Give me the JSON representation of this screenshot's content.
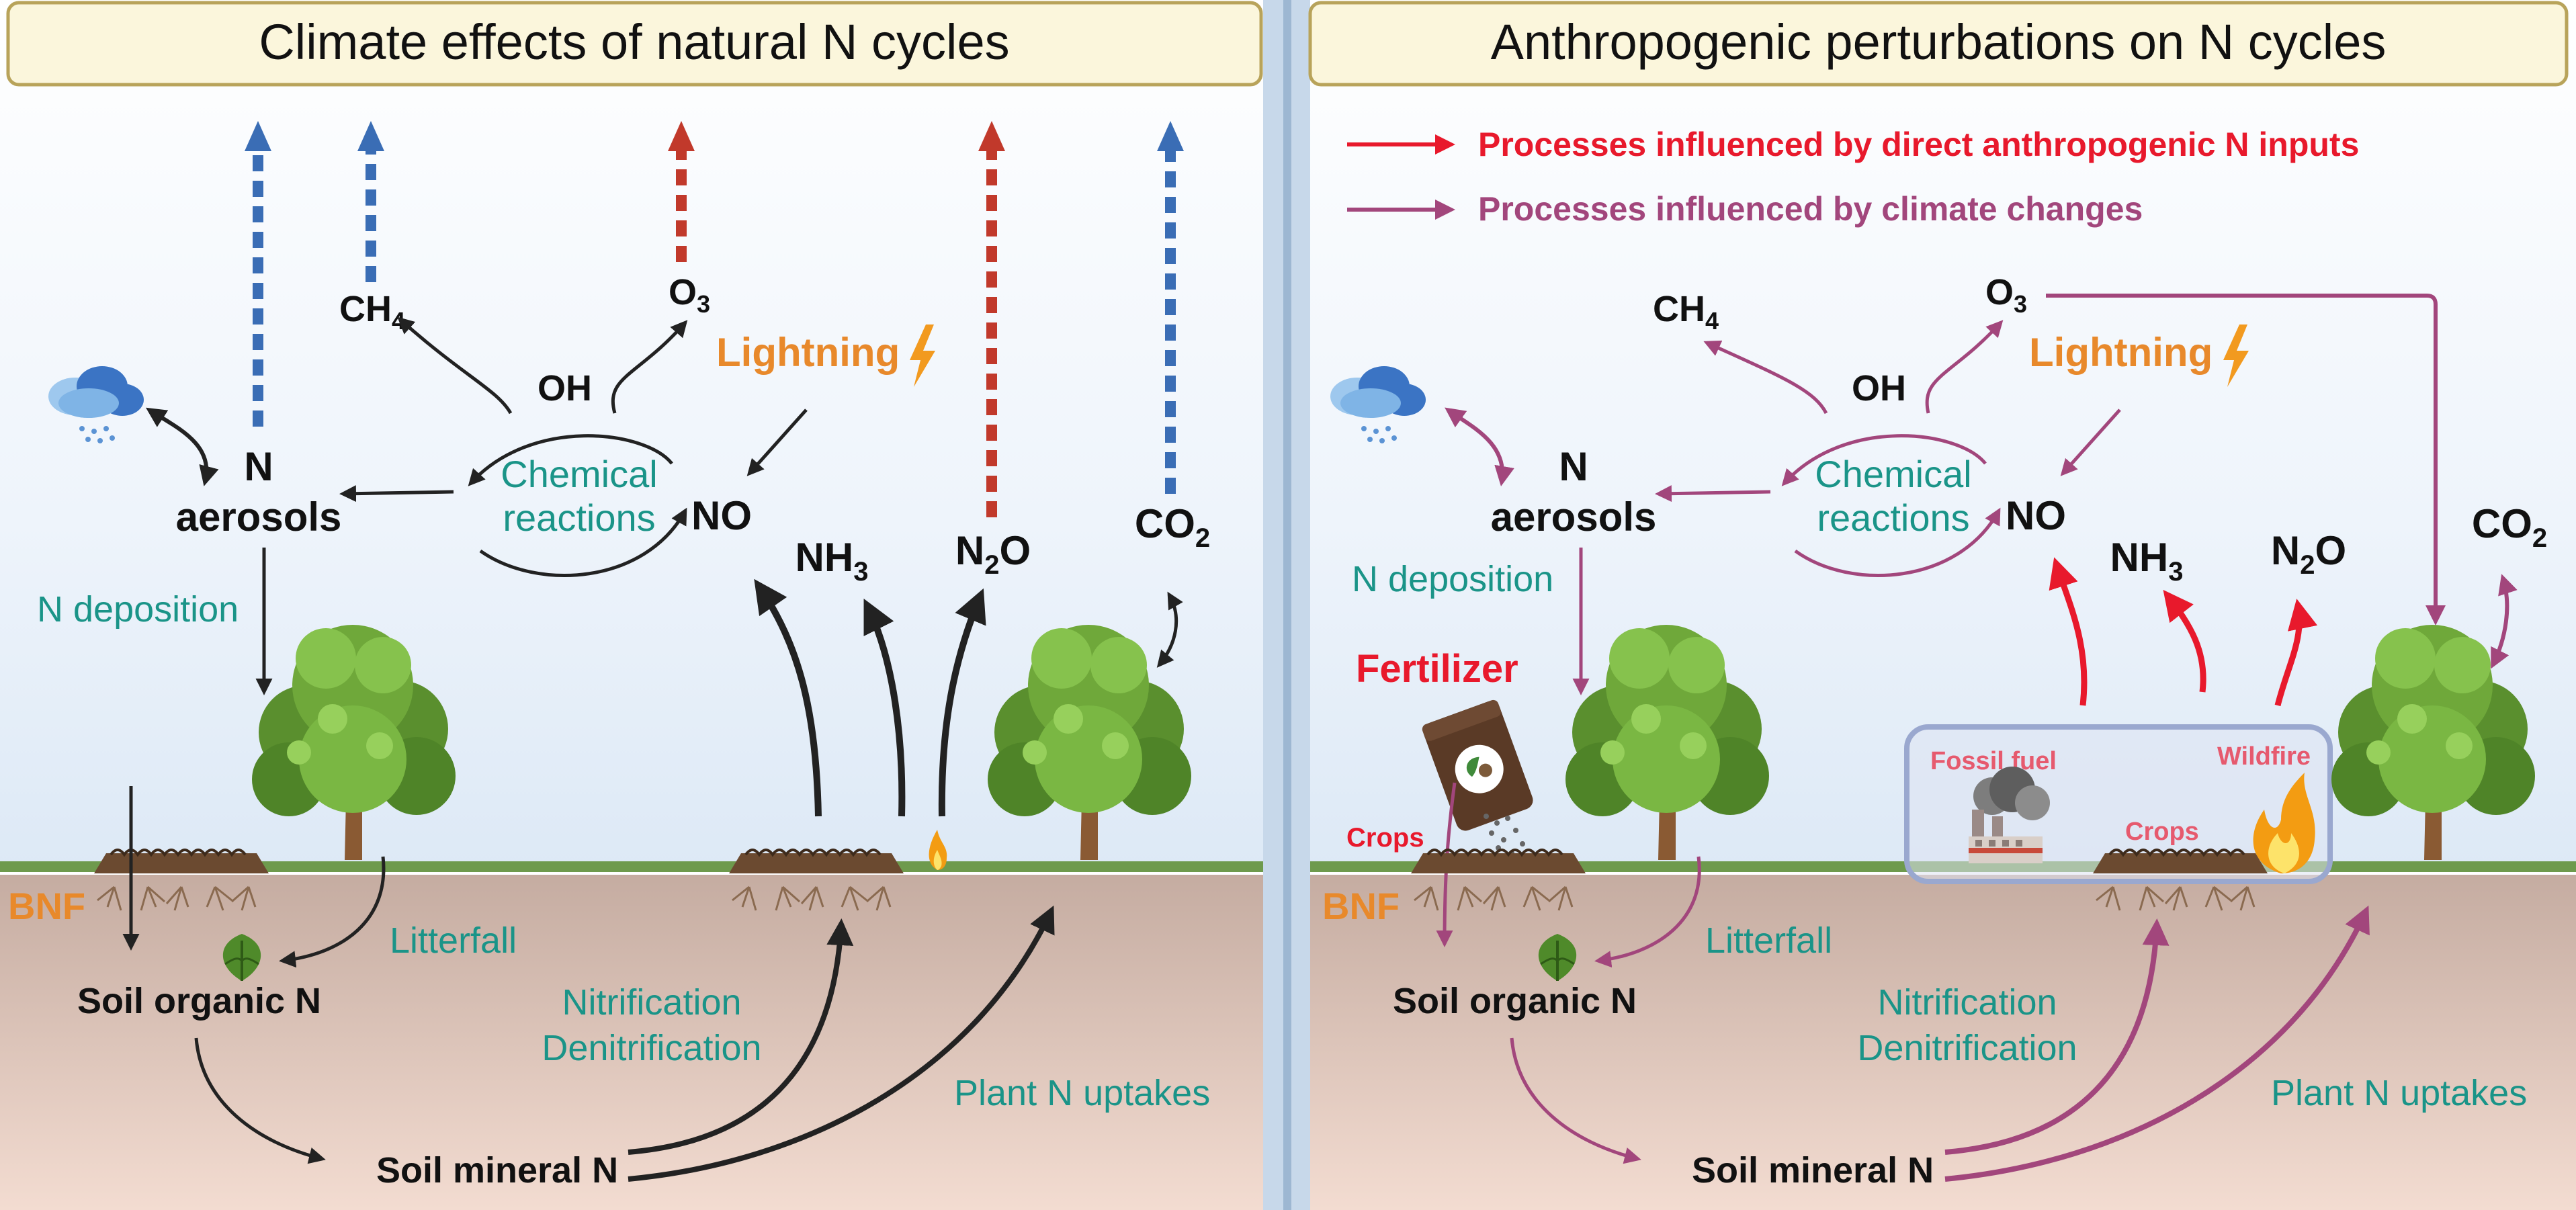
{
  "panels": {
    "left": {
      "title": "Climate effects of natural N cycles"
    },
    "right": {
      "title": "Anthropogenic perturbations on N cycles"
    }
  },
  "legend": {
    "direct": "Processes influenced by direct anthropogenic N inputs",
    "climate": "Processes influenced by climate changes"
  },
  "labels": {
    "ch4": "CH",
    "ch4_sub": "4",
    "o3": "O",
    "o3_sub": "3",
    "oh": "OH",
    "lightning": "Lightning",
    "n": "N",
    "aerosols": "aerosols",
    "chemical": "Chemical",
    "reactions": "reactions",
    "no": "NO",
    "nh3": "NH",
    "nh3_sub": "3",
    "n2o_n": "N",
    "n2o_sub": "2",
    "n2o_o": "O",
    "co2": "CO",
    "co2_sub": "2",
    "n_deposition": "N deposition",
    "bnf": "BNF",
    "litterfall": "Litterfall",
    "soil_organic": "Soil organic N",
    "nitrification": "Nitrification",
    "denitrification": "Denitrification",
    "plant_uptakes": "Plant N uptakes",
    "soil_mineral": "Soil mineral N",
    "fertilizer": "Fertilizer",
    "crops": "Crops",
    "fossil_fuel": "Fossil fuel",
    "wildfire": "Wildfire"
  },
  "icons": {
    "cloud": "rain-cloud-icon",
    "lightning": "lightning-bolt-icon",
    "tree": "tree-icon",
    "fire": "fire-icon",
    "leaf": "leaf-icon",
    "fertilizer": "fertilizer-bag-icon",
    "factory": "factory-icon"
  },
  "colors": {
    "black_arrow": "#222222",
    "blue_arrow": "#3a6db5",
    "red_arrow": "#c1392b",
    "anthropogenic": "#e8192c",
    "climate": "#a2467c",
    "teal_text": "#1a9488",
    "orange_text": "#e8892b",
    "title_box": "#fbf6dc",
    "title_border": "#b8a35a"
  }
}
